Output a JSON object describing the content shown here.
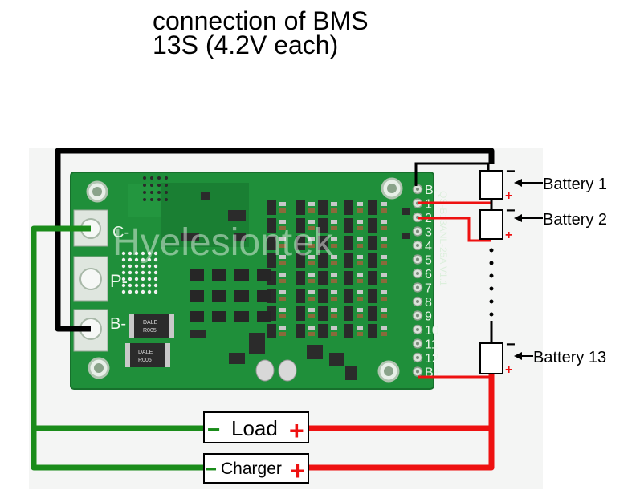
{
  "title": {
    "line1": "connection of BMS",
    "line2": "13S (4.2V each)"
  },
  "board": {
    "pad_labels": [
      "C-",
      "P-",
      "B-"
    ],
    "silkscreen": "QS-B13ANL-25A V1.1",
    "resistor_codes": [
      "DALE",
      "R005"
    ],
    "pin_labels": [
      "B-",
      "1",
      "2",
      "3",
      "4",
      "5",
      "6",
      "7",
      "8",
      "9",
      "10",
      "11",
      "12",
      "B+"
    ]
  },
  "watermark": "Hyelesiontek",
  "batteries": [
    {
      "label": "Battery 1"
    },
    {
      "label": "Battery 2"
    },
    {
      "label": "Battery 13"
    }
  ],
  "polarity": {
    "minus": "−",
    "plus": "+"
  },
  "load": {
    "label": "Load",
    "minus": "−",
    "plus": "+"
  },
  "charger": {
    "label": "Charger",
    "minus": "−",
    "plus": "+"
  },
  "colors": {
    "pcb": "#1f8f3a",
    "wire_negative": "#1a8c1a",
    "wire_positive": "#ee1111",
    "wire_b_minus": "#000000",
    "minus_sign": "#1a8c1a",
    "plus_sign": "#ee1111"
  }
}
